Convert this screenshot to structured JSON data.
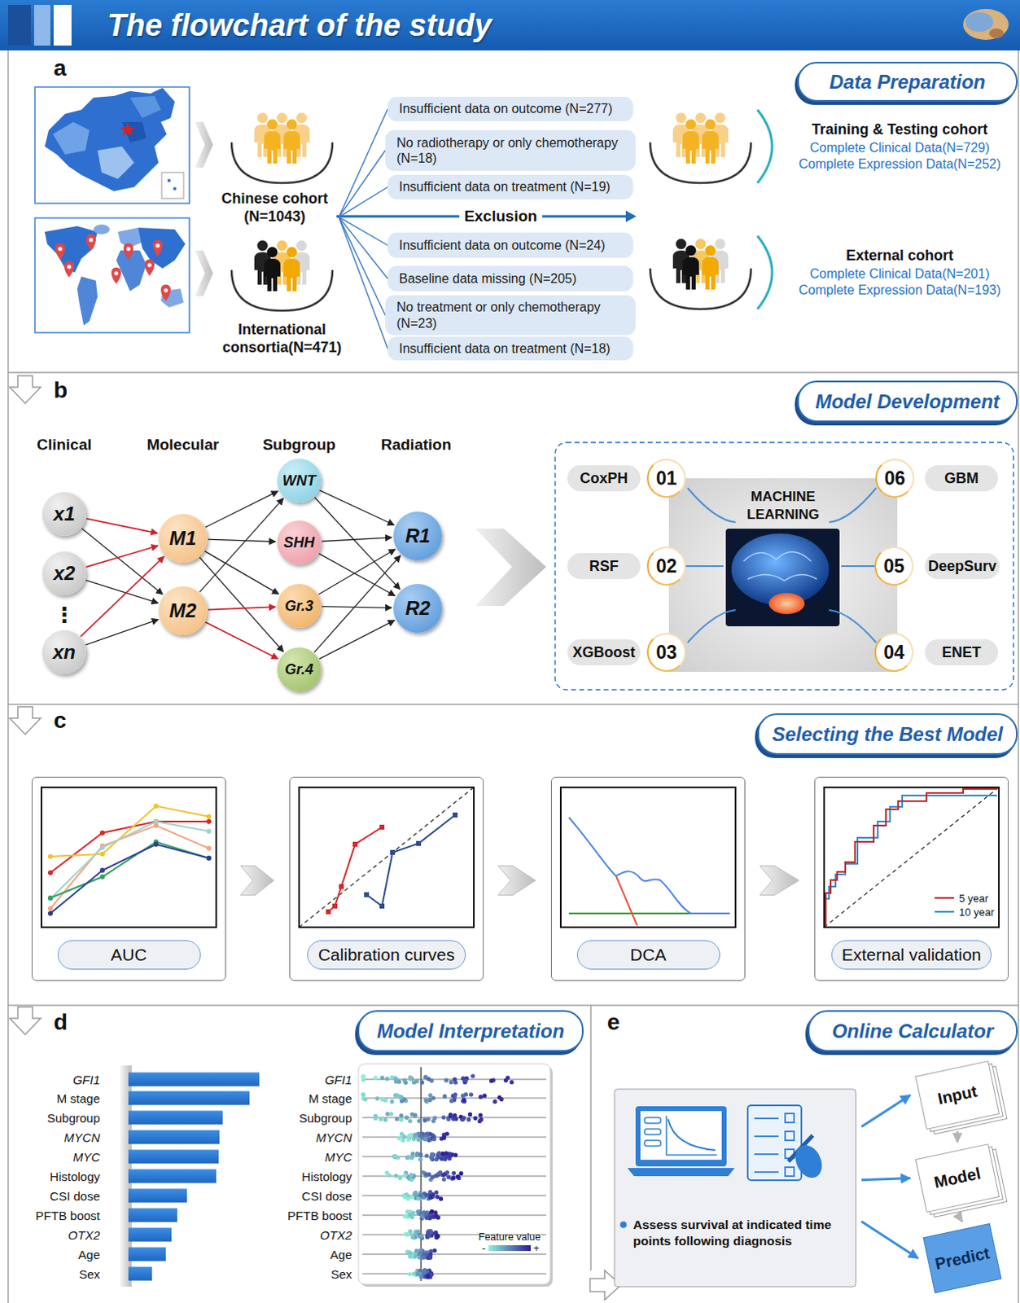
{
  "diagram": {
    "title": "The flowchart of the study",
    "nodes": [
      {
        "text": [
          "Data Preparation"
        ]
      },
      {
        "text": [
          "Chinese cohort (N=1043)"
        ]
      },
      {
        "text": [
          "International consortia(N=471)"
        ]
      },
      {
        "text": [
          "Insufficient data on outcome (N=277)"
        ]
      },
      {
        "text": [
          "No radiotherapy or only chemotherapy (N=18)"
        ]
      },
      {
        "text": [
          "Insufficient data on treatment (N=19)"
        ]
      },
      {
        "text": [
          "Insufficient data on outcome (N=24)"
        ]
      },
      {
        "text": [
          "Baseline data missing (N=205)"
        ]
      },
      {
        "text": [
          "No treatment or only chemotherapy (N=23)"
        ]
      },
      {
        "text": [
          "Insufficient data on treatment (N=18)"
        ]
      },
      {
        "text": [
          "Training & Testing cohort",
          "Complete Clinical Data(N=729)",
          "Complete Expression Data(N=252)"
        ]
      },
      {
        "text": [
          "External cohort",
          "Complete Clinical Data(N=201)",
          "Complete Expression Data(N=193)"
        ]
      },
      {
        "text": [
          "Model Development"
        ]
      },
      {
        "text": [
          "x1"
        ]
      },
      {
        "text": [
          "x2"
        ]
      },
      {
        "text": [
          "xn"
        ]
      },
      {
        "text": [
          "M1"
        ]
      },
      {
        "text": [
          "M2"
        ]
      },
      {
        "text": [
          "WNT"
        ]
      },
      {
        "text": [
          "SHH"
        ]
      },
      {
        "text": [
          "Gr.3"
        ]
      },
      {
        "text": [
          "Gr.4"
        ]
      },
      {
        "text": [
          "R1"
        ]
      },
      {
        "text": [
          "R2"
        ]
      },
      {
        "text": [
          "CoxPH"
        ]
      },
      {
        "text": [
          "01"
        ]
      },
      {
        "text": [
          "MACHINE LEARNING"
        ]
      },
      {
        "text": [
          "06"
        ]
      },
      {
        "text": [
          "GBM"
        ]
      },
      {
        "text": [
          "RSF"
        ]
      },
      {
        "text": [
          "02"
        ]
      },
      {
        "text": [
          "05"
        ]
      },
      {
        "text": [
          "DeepSurv"
        ]
      },
      {
        "text": [
          "XGBoost"
        ]
      },
      {
        "text": [
          "03"
        ]
      },
      {
        "text": [
          "04"
        ]
      },
      {
        "text": [
          "ENET"
        ]
      },
      {
        "text": [
          "Selecting the Best Model"
        ]
      },
      {
        "text": [
          "AUC"
        ]
      },
      {
        "text": [
          "Calibration curves"
        ]
      },
      {
        "text": [
          "DCA"
        ]
      },
      {
        "text": [
          "External validation"
        ]
      },
      {
        "text": [
          "Model Interpretation"
        ]
      },
      {
        "text": [
          "Online Calculator"
        ]
      },
      {
        "text": [
          "Assess survival at indicated time points following diagnosis"
        ]
      },
      {
        "text": [
          "Input"
        ]
      },
      {
        "text": [
          "Model"
        ]
      },
      {
        "text": [
          "Predict"
        ]
      }
    ],
    "edges": [
      {
        "from": 1,
        "to": 3,
        "arrow": "none"
      },
      {
        "from": 1,
        "to": 4,
        "arrow": "none"
      },
      {
        "from": 1,
        "to": 5,
        "arrow": "none"
      },
      {
        "from": 1,
        "to": 6,
        "arrow": "none"
      },
      {
        "from": 1,
        "to": 7,
        "arrow": "none"
      },
      {
        "from": 1,
        "to": 8,
        "arrow": "none"
      },
      {
        "from": 1,
        "to": 9,
        "arrow": "none"
      },
      {
        "from": 13,
        "to": 16,
        "arrow": "to"
      },
      {
        "from": 13,
        "to": 17,
        "arrow": "to"
      },
      {
        "from": 14,
        "to": 16,
        "arrow": "to"
      },
      {
        "from": 14,
        "to": 17,
        "arrow": "to"
      },
      {
        "from": 15,
        "to": 16,
        "arrow": "to"
      },
      {
        "from": 15,
        "to": 17,
        "arrow": "to"
      },
      {
        "from": 16,
        "to": 18,
        "arrow": "to"
      },
      {
        "from": 16,
        "to": 19,
        "arrow": "to"
      },
      {
        "from": 16,
        "to": 20,
        "arrow": "to"
      },
      {
        "from": 16,
        "to": 21,
        "arrow": "to"
      },
      {
        "from": 17,
        "to": 18,
        "arrow": "to"
      },
      {
        "from": 17,
        "to": 20,
        "arrow": "to"
      },
      {
        "from": 17,
        "to": 21,
        "arrow": "to"
      },
      {
        "from": 18,
        "to": 22,
        "arrow": "to"
      },
      {
        "from": 18,
        "to": 23,
        "arrow": "to"
      },
      {
        "from": 19,
        "to": 22,
        "arrow": "to"
      },
      {
        "from": 19,
        "to": 23,
        "arrow": "to"
      },
      {
        "from": 20,
        "to": 22,
        "arrow": "to"
      },
      {
        "from": 20,
        "to": 23,
        "arrow": "to"
      },
      {
        "from": 21,
        "to": 22,
        "arrow": "to"
      },
      {
        "from": 21,
        "to": 23,
        "arrow": "to"
      },
      {
        "from": 38,
        "to": 39,
        "arrow": "to"
      },
      {
        "from": 39,
        "to": 40,
        "arrow": "to"
      },
      {
        "from": 40,
        "to": 41,
        "arrow": "to"
      },
      {
        "from": 44,
        "to": 45,
        "arrow": "to"
      },
      {
        "from": 44,
        "to": 46,
        "arrow": "to"
      },
      {
        "from": 44,
        "to": 47,
        "arrow": "to"
      },
      {
        "from": 45,
        "to": 46,
        "arrow": "to"
      },
      {
        "from": 46,
        "to": 47,
        "arrow": "to"
      }
    ],
    "labels": [
      "a",
      "Exclusion",
      "b",
      "Clinical",
      "Molecular",
      "Subgroup",
      "Radiation",
      "⋮",
      "c",
      "d",
      "GFI1",
      "M stage",
      "Subgroup",
      "MYCN",
      "MYC",
      "Histology",
      "CSI dose",
      "PFTB boost",
      "OTX2",
      "Age",
      "Sex",
      "GFI1",
      "M stage",
      "Subgroup",
      "MYCN",
      "MYC",
      "Histology",
      "CSI dose",
      "PFTB boost",
      "OTX2",
      "Age",
      "Sex",
      "Feature value",
      "-",
      "+",
      "e"
    ],
    "legend": [
      {
        "text": "5 year"
      },
      {
        "text": "10 year"
      }
    ]
  }
}
